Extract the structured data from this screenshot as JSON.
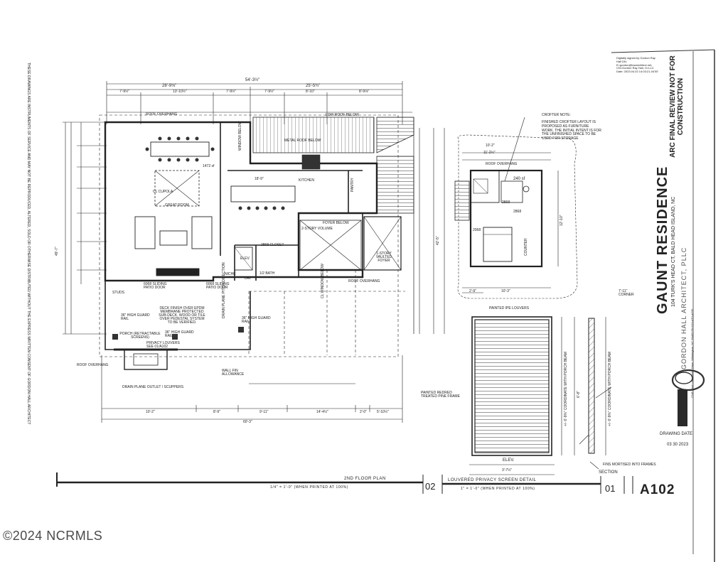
{
  "plan": {
    "rooms": {
      "great_room": "GREAT ROOM",
      "great_room_area": "1472 sf",
      "kitchen": "KITCHEN",
      "pantry": "PANTRY",
      "foyer_below": "FOYER BELOW",
      "two_story_volume": "2-STORY VOLUME",
      "one_story_vaulted_foyer": "1-STORY VAULTED FOYER",
      "elev": "ELEV.",
      "half_bath": "1/2 BATH",
      "lav": "LAV",
      "niche": "NICHE",
      "porch": "PORCH (RETRACTABLE SCREENS)",
      "privacy_louvers": "PRIVACY LOUVERS SEE 01/A102",
      "studs": "STUDS"
    },
    "notes": {
      "roof_overhang": "ROOF OVERHANG",
      "metal_roof_below": "METAL ROOF BELOW",
      "low_roof_below": "LOW ROOF BELOW",
      "window_below": "WINDOW BELOW",
      "cl_window_below": "CL WINDOW BELOW",
      "cl_cupola": "CL CUPOLA",
      "patio_door_1": "6068 SLIDING PATIO DOOR",
      "patio_door_2": "6068 SLIDING PATIO DOOR",
      "deck_finish": "DECK FINISH OVER EPDM MEMBRANE PROTECTED SUB-DECK. WOOD OR TILE OVER PEDESTAL SYSTEM TO BE VERIFIED.",
      "guard_rail_1": "36\" HIGH GUARD RAIL",
      "guard_rail_2": "36\" HIGH GUARD RAIL",
      "guard_rail_3": "36\" HIGH GUARD RAIL",
      "drain_plane": "DRAIN PLANE PITCH DIRECTION",
      "drain_outlet": "DRAIN PLANE OUTLET / SCUPPERS",
      "wall_fin": "WALL FIN ALLOWANCE",
      "closet": "2868 CLOSET"
    },
    "dimensions": {
      "top_overall": "54'-3½\"",
      "top_a": "28'-9⅛\"",
      "top_b": "25'-5¾\"",
      "top_1": "7'-9½\"",
      "top_2": "13'-10½\"",
      "top_3": "7'-9½\"",
      "top_4": "7'-9½\"",
      "top_5": "8'-10\"",
      "top_6": "8'-9⅛\"",
      "bottom_overall": "60'-3\"",
      "bottom_1": "10'-2\"",
      "bottom_2": "8'-9\"",
      "bottom_3": "9'-11\"",
      "bottom_4": "14'-4½\"",
      "bottom_5": "2'-0\"",
      "bottom_6": "5'-10½\"",
      "kitchen_w": "18'-9\"",
      "left_overall": "49'-7\"",
      "right_overall": "42'-5\""
    },
    "crofter": {
      "note_title": "CROFTER NOTE:",
      "note_text": "FINISHED CROFTER LAYOUT IS PROPOSED AS FURNITURE WORK. THE INITIAL INTENT IS FOR THE UNFINISHED SPACE TO BE USED FOR STORAGE",
      "area": "240 sf",
      "door_1": "2868",
      "door_2": "2868",
      "door_3": "2068",
      "counter": "COUNTER",
      "dim_top": "10'-2\"",
      "dim_sub": "11'-2½\"",
      "dim_right": "12'-10\"",
      "dim_bottom": "10'-3\"",
      "dim_bottom_left": "2'-9\""
    },
    "corner": "7'-11\" CORNER"
  },
  "detail": {
    "painted_louvers": "PAINTED IPE LOUVERS",
    "frame_note": "PAINTED REDRED TREATED PINE FRAME",
    "coordinate_note_1": "+/- 6'-9⅜\" COORDINATE WITH PORCH BEAM",
    "coordinate_note_2": "+/- 6'-9⅜\" COORDINATE WITH PORCH BEAM",
    "fins_note": "FINS MORTISED INTO FRAMES",
    "elev_label": "ELEV.",
    "section_label": "SECTION",
    "width_dim": "3'-7½\"",
    "dim_6_8": "6'-8\""
  },
  "titleblock": {
    "digital_signature": "Digitally signed by Gordon Ray Hall DN: E=gordon@lowarchitect.net, CN=Gordon Ray Hall, O=LLC Date: 2023.04.02 14:03:21-04'00'",
    "arc_review": "ARC FINAL REVIEW NOT FOR CONSTRUCTION",
    "project_name": "GAUNT RESIDENCE",
    "project_address": "104 TURK'S HEAD CT, BALD HEAD ISLAND, NC",
    "firm_name": "GORDON HALL ARCHITECT, PLLC",
    "firm_address": "2745 East Lake Shore Drive, Wilmington, NC 28403 PH 910-470-4295",
    "drawing_date_label": "DRAWING DATE",
    "drawing_date": "03 30 2023",
    "sheet_number": "A102",
    "copyright_side": "THESE DRAWINGS ARE INSTRUMENTS OF SERVICE AND MAY NOT BE REPRODUCED, ALTERED, SOLD OR OTHERWISE DISTRIBUTED WITHOUT THE EXPRESS WRITTEN CONSENT OF GORDON HALL ARCHITECT"
  },
  "captions": {
    "plan_title": "2ND FLOOR PLAN",
    "plan_scale": "1/4\" = 1'-0\" (WHEN PRINTED AT 100%)",
    "plan_number": "02",
    "detail_title": "LOUVERED PRIVACY SCREEN DETAIL",
    "detail_scale": "1\" = 1'-0\" (WHEN PRINTED AT 100%)",
    "detail_number": "01"
  },
  "watermark": "©2024 NCRMLS"
}
